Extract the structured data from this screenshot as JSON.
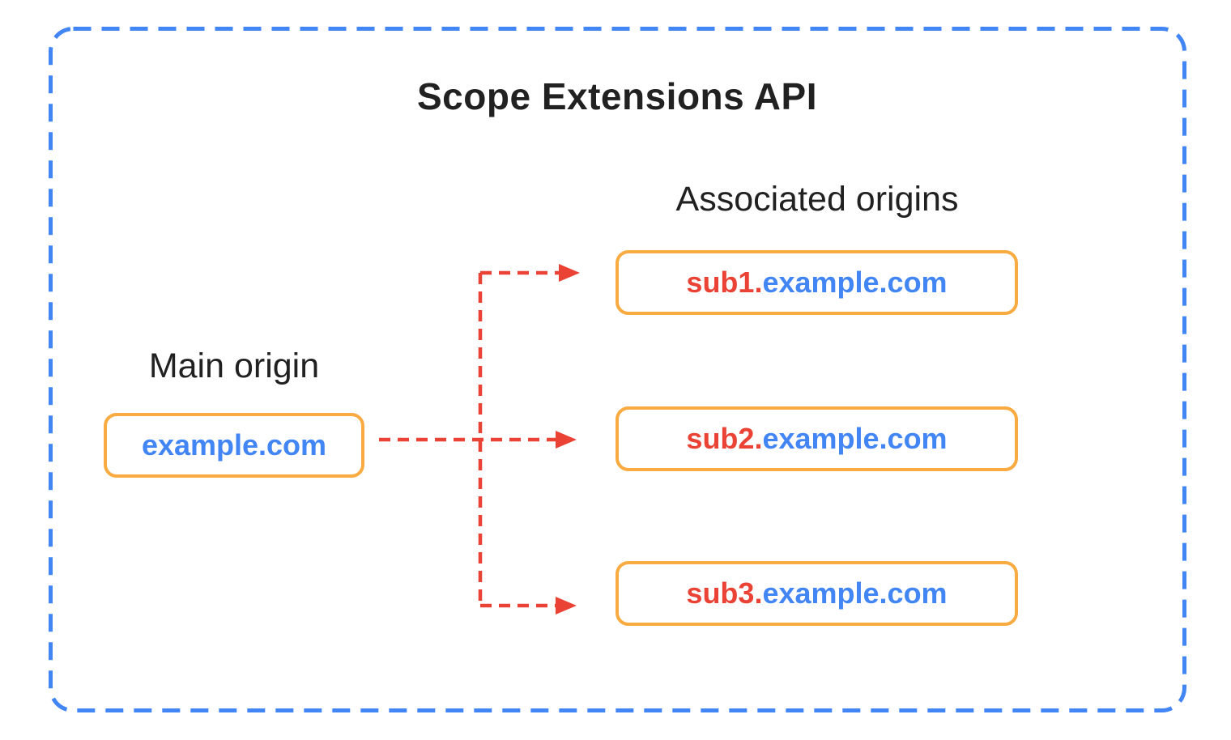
{
  "diagram": {
    "title": "Scope Extensions API",
    "main_origin": {
      "label": "Main origin",
      "domain": "example.com"
    },
    "associated_origins": {
      "label": "Associated origins",
      "items": [
        {
          "prefix": "sub1.",
          "suffix": "example.com"
        },
        {
          "prefix": "sub2.",
          "suffix": "example.com"
        },
        {
          "prefix": "sub3.",
          "suffix": "example.com"
        }
      ]
    },
    "colors": {
      "background": "#FFFFFF",
      "frame_blue": "#4285F4",
      "domain_blue": "#4285F4",
      "subdomain_red": "#EA4335",
      "arrow_red": "#EA4335",
      "box_border_orange": "#F9AB42",
      "ink": "#212121"
    }
  }
}
